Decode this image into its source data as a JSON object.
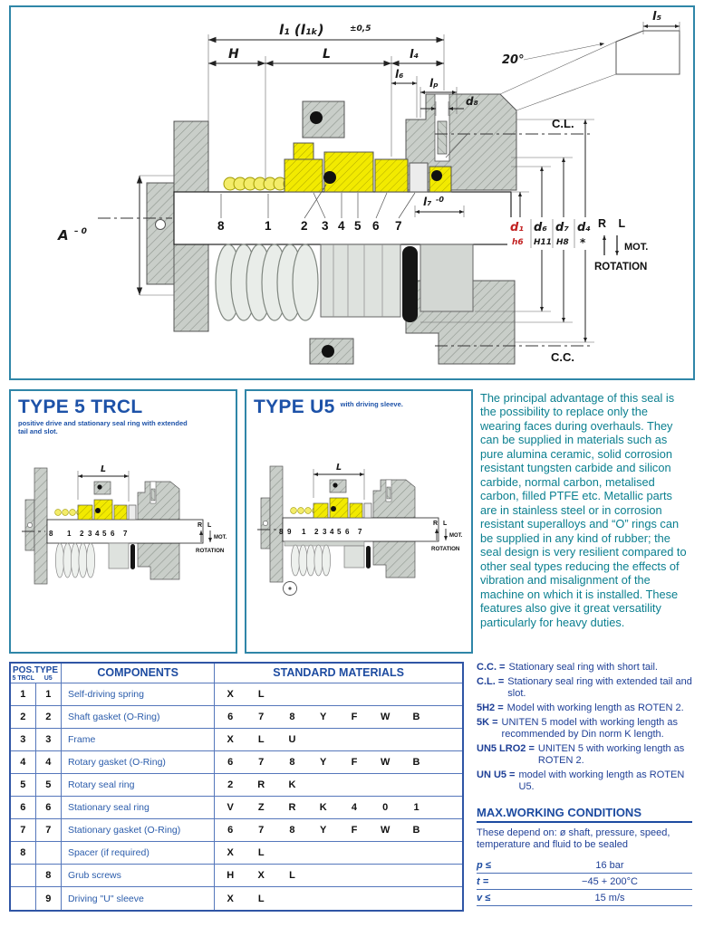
{
  "main": {
    "labels": {
      "l1_main": "l₁  (l₁ₖ)",
      "l1_tol": "±0,5",
      "H": "H",
      "L": "L",
      "l4": "l₄",
      "l6": "l₆",
      "lp": "lₚ",
      "d8": "d₈",
      "l5": "l₅",
      "angle": "20°",
      "cl": "C.L.",
      "cc": "C.C.",
      "A": "A",
      "A_tol": "– 0",
      "l7": "l₇",
      "l7_tol": "-0",
      "d1": "d₁",
      "d1_fit": "h6",
      "d6": "d₆",
      "d6_fit": "H11",
      "d7": "d₇",
      "d7_fit": "H8",
      "d4": "d₄",
      "d4_fit": "*",
      "rl": "R L",
      "mot": "MOT.",
      "rotation": "ROTATION"
    },
    "numbers": [
      "8",
      "1",
      "2",
      "3",
      "4",
      "5",
      "6",
      "7"
    ]
  },
  "panels": {
    "trcl": {
      "title": "TYPE 5 TRCL",
      "subtitle": "positive drive and stationary seal ring with extended tail and slot.",
      "numbers": [
        "8",
        "1",
        "2",
        "3",
        "4",
        "5",
        "6",
        "7"
      ]
    },
    "u5": {
      "title": "TYPE U5",
      "subtitle": "with driving sleeve.",
      "numbers": [
        "8",
        "9",
        "1",
        "2",
        "3",
        "4",
        "5",
        "6",
        "7"
      ]
    },
    "mini": {
      "L": "L",
      "rl": "R L",
      "mot": "MOT.",
      "rotation": "ROTATION"
    }
  },
  "description": "The principal advantage of this seal is the possibility to replace only the wearing faces during overhauls. They can be supplied in materials such as pure alumina ceramic, solid corrosion resistant tungsten carbide and silicon carbide, normal carbon, metalised carbon, filled PTFE etc. Metallic parts are in stainless steel or in corrosion resistant superalloys and “O” rings can be supplied in any kind of rubber; the seal design is very resilient compared to other seal types reducing the effects of vibration and misalignment of the machine on which it is installed. These features also give it great versatility particularly for heavy duties.",
  "table": {
    "header": {
      "pos_type": "POS.TYPE",
      "col5trcl": "5 TRCL",
      "colu5": "U5",
      "components": "COMPONENTS",
      "materials": "STANDARD MATERIALS"
    },
    "rows": [
      {
        "pos5": "1",
        "posU5": "1",
        "component": "Self-driving spring",
        "materials": [
          "X",
          "L",
          "",
          "",
          "",
          "",
          "",
          ""
        ]
      },
      {
        "pos5": "2",
        "posU5": "2",
        "component": "Shaft gasket (O-Ring)",
        "materials": [
          "6",
          "7",
          "8",
          "Y",
          "F",
          "W",
          "B",
          ""
        ]
      },
      {
        "pos5": "3",
        "posU5": "3",
        "component": "Frame",
        "materials": [
          "X",
          "L",
          "U",
          "",
          "",
          "",
          "",
          ""
        ]
      },
      {
        "pos5": "4",
        "posU5": "4",
        "component": "Rotary gasket (O-Ring)",
        "materials": [
          "6",
          "7",
          "8",
          "Y",
          "F",
          "W",
          "B",
          ""
        ]
      },
      {
        "pos5": "5",
        "posU5": "5",
        "component": "Rotary seal ring",
        "materials": [
          "2",
          "R",
          "K",
          "",
          "",
          "",
          "",
          ""
        ]
      },
      {
        "pos5": "6",
        "posU5": "6",
        "component": "Stationary seal ring",
        "materials": [
          "V",
          "Z",
          "R",
          "K",
          "4",
          "0",
          "1",
          ""
        ]
      },
      {
        "pos5": "7",
        "posU5": "7",
        "component": "Stationary gasket (O-Ring)",
        "materials": [
          "6",
          "7",
          "8",
          "Y",
          "F",
          "W",
          "B",
          ""
        ]
      },
      {
        "pos5": "8",
        "posU5": "",
        "component": "Spacer (if required)",
        "materials": [
          "X",
          "L",
          "",
          "",
          "",
          "",
          "",
          ""
        ]
      },
      {
        "pos5": "",
        "posU5": "8",
        "component": "Grub screws",
        "materials": [
          "H",
          "X",
          "L",
          "",
          "",
          "",
          "",
          ""
        ]
      },
      {
        "pos5": "",
        "posU5": "9",
        "component": "Driving \"U\" sleeve",
        "materials": [
          "X",
          "L",
          "",
          "",
          "",
          "",
          "",
          ""
        ]
      }
    ]
  },
  "legend": [
    {
      "key": "C.C. =",
      "text": "Stationary seal ring with short tail."
    },
    {
      "key": "C.L. =",
      "text": "Stationary seal ring with extended tail and slot."
    },
    {
      "key": "5H2 =",
      "text": "Model with working length as ROTEN 2."
    },
    {
      "key": "5K =",
      "text": "UNITEN 5 model  with working length as recommended by Din norm K length."
    },
    {
      "key": "UN5 LRO2 =",
      "text": "UNITEN 5 with working length as ROTEN 2."
    },
    {
      "key": "UN U5 =",
      "text": "model with working length as ROTEN U5."
    }
  ],
  "working_conditions": {
    "title": "MAX.WORKING CONDITIONS",
    "intro": "These depend on: ø shaft, pressure, speed, temperature and fluid to be sealed",
    "rows": [
      {
        "key": "p ≤",
        "value": "16 bar"
      },
      {
        "key": "t =",
        "value": "−45 + 200°C"
      },
      {
        "key": "v ≤",
        "value": "15 m/s"
      }
    ]
  }
}
